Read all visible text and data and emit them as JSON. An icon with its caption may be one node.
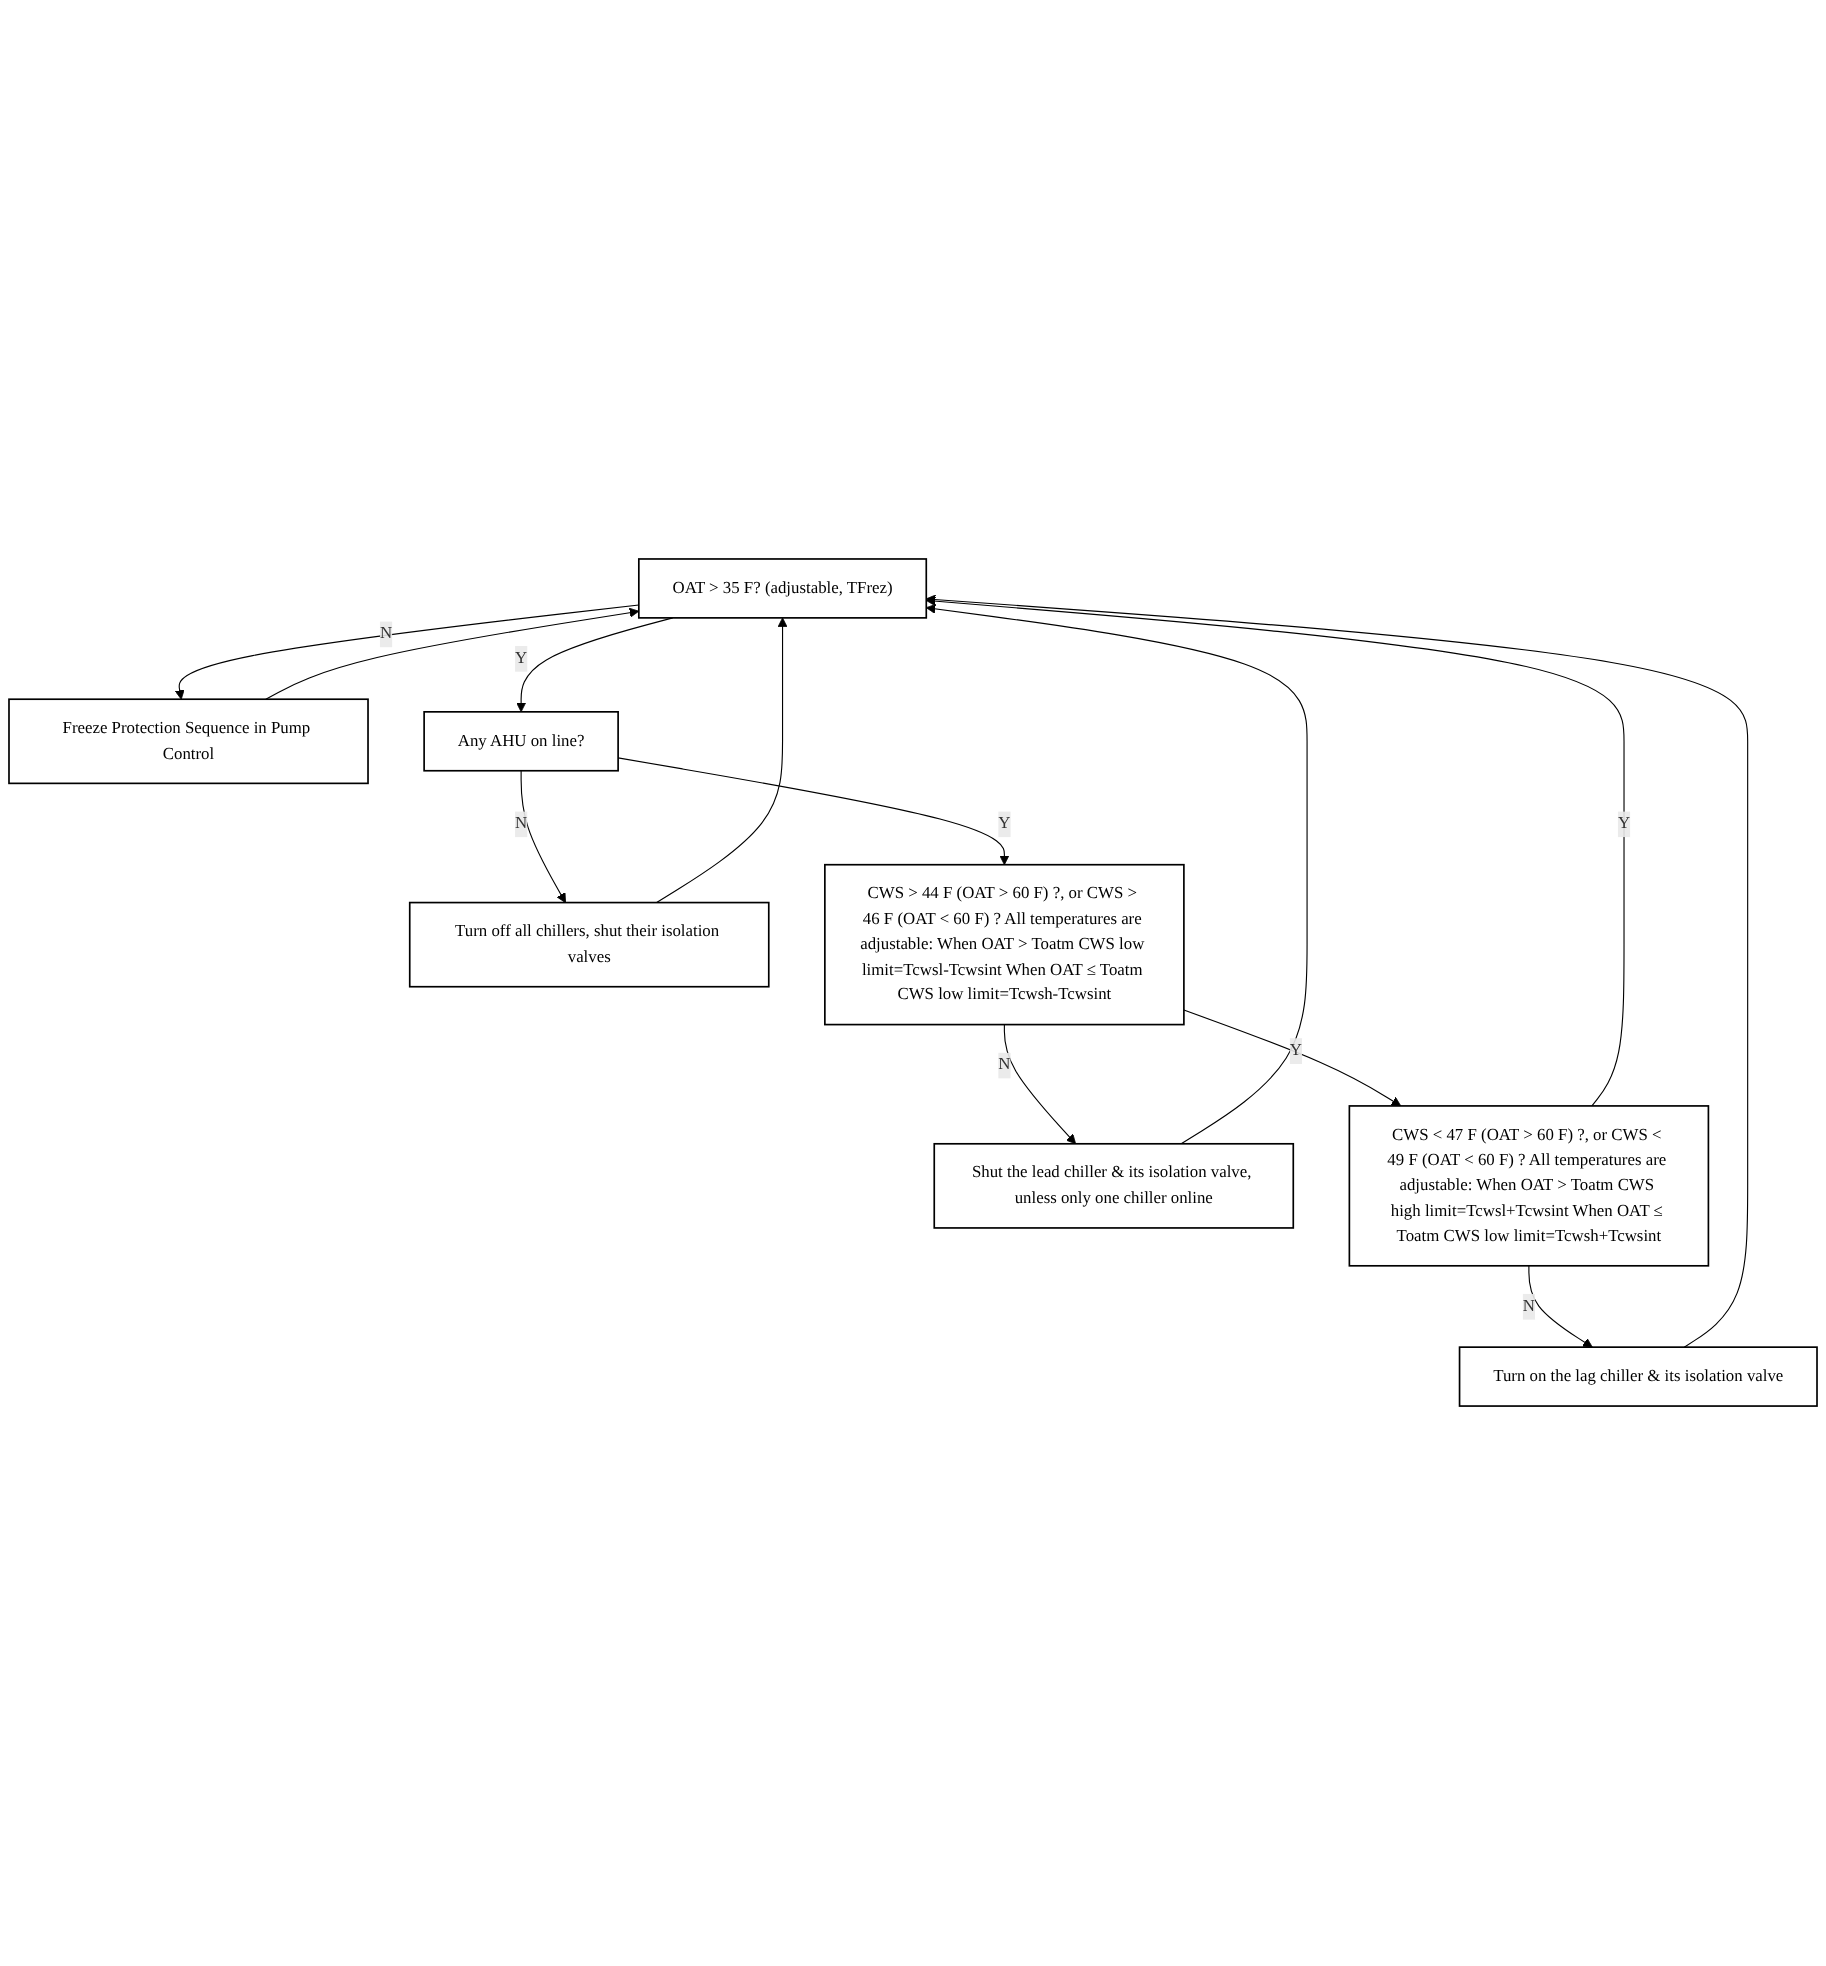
{
  "diagram": {
    "nodes": [
      {
        "text": [
          "OAT > 35 F? (adjustable, TFrez)"
        ]
      },
      {
        "text": [
          "Freeze Protection Sequence in Pump Control"
        ]
      },
      {
        "text": [
          "Any AHU on line?"
        ]
      },
      {
        "text": [
          "Turn off all chillers, shut their isolation valves"
        ]
      },
      {
        "text": [
          "CWS > 44 F (OAT > 60 F) ?, or CWS > 46 F (OAT < 60 F) ? All temperatures are adjustable: When OAT > Toatm CWS low limit=Tcwsl-Tcwsint When OAT ≤ Toatm CWS low limit=Tcwsh-Tcwsint"
        ]
      },
      {
        "text": [
          "Shut the lead chiller & its isolation valve, unless only one chiller online"
        ]
      },
      {
        "text": [
          "CWS < 47 F (OAT > 60 F) ?, or CWS < 49 F (OAT < 60 F) ? All temperatures are adjustable: When OAT > Toatm CWS high limit=Tcwsl+Tcwsint When OAT ≤ Toatm CWS low limit=Tcwsh+Tcwsint"
        ]
      },
      {
        "text": [
          "Turn on the lag chiller & its isolation valve"
        ]
      }
    ],
    "edges": [
      {
        "from": 0,
        "to": 1,
        "arrow": "to",
        "label": "N"
      },
      {
        "from": 0,
        "to": 2,
        "arrow": "to",
        "label": "Y"
      },
      {
        "from": 2,
        "to": 3,
        "arrow": "to",
        "label": "N"
      },
      {
        "from": 2,
        "to": 4,
        "arrow": "to",
        "label": "Y"
      },
      {
        "from": 4,
        "to": 5,
        "arrow": "to",
        "label": "N"
      },
      {
        "from": 4,
        "to": 6,
        "arrow": "to",
        "label": "Y"
      },
      {
        "from": 6,
        "to": 7,
        "arrow": "to",
        "label": "N"
      },
      {
        "from": 1,
        "to": 0,
        "arrow": "to"
      },
      {
        "from": 3,
        "to": 0,
        "arrow": "to"
      },
      {
        "from": 5,
        "to": 0,
        "arrow": "to"
      },
      {
        "from": 7,
        "to": 0,
        "arrow": "to"
      },
      {
        "from": 6,
        "to": 0,
        "arrow": "to",
        "label": "Y"
      }
    ]
  }
}
